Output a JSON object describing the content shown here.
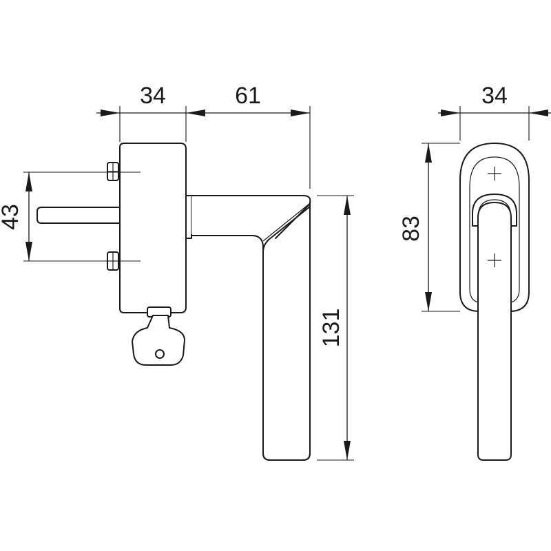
{
  "drawing": {
    "dimensions": {
      "side_body_width": "34",
      "side_handle_reach": "61",
      "side_bolt_spacing": "43",
      "side_handle_length": "131",
      "front_rose_width": "34",
      "front_rose_height": "83"
    },
    "line_color": "#1a1a1a",
    "background": "#ffffff"
  }
}
